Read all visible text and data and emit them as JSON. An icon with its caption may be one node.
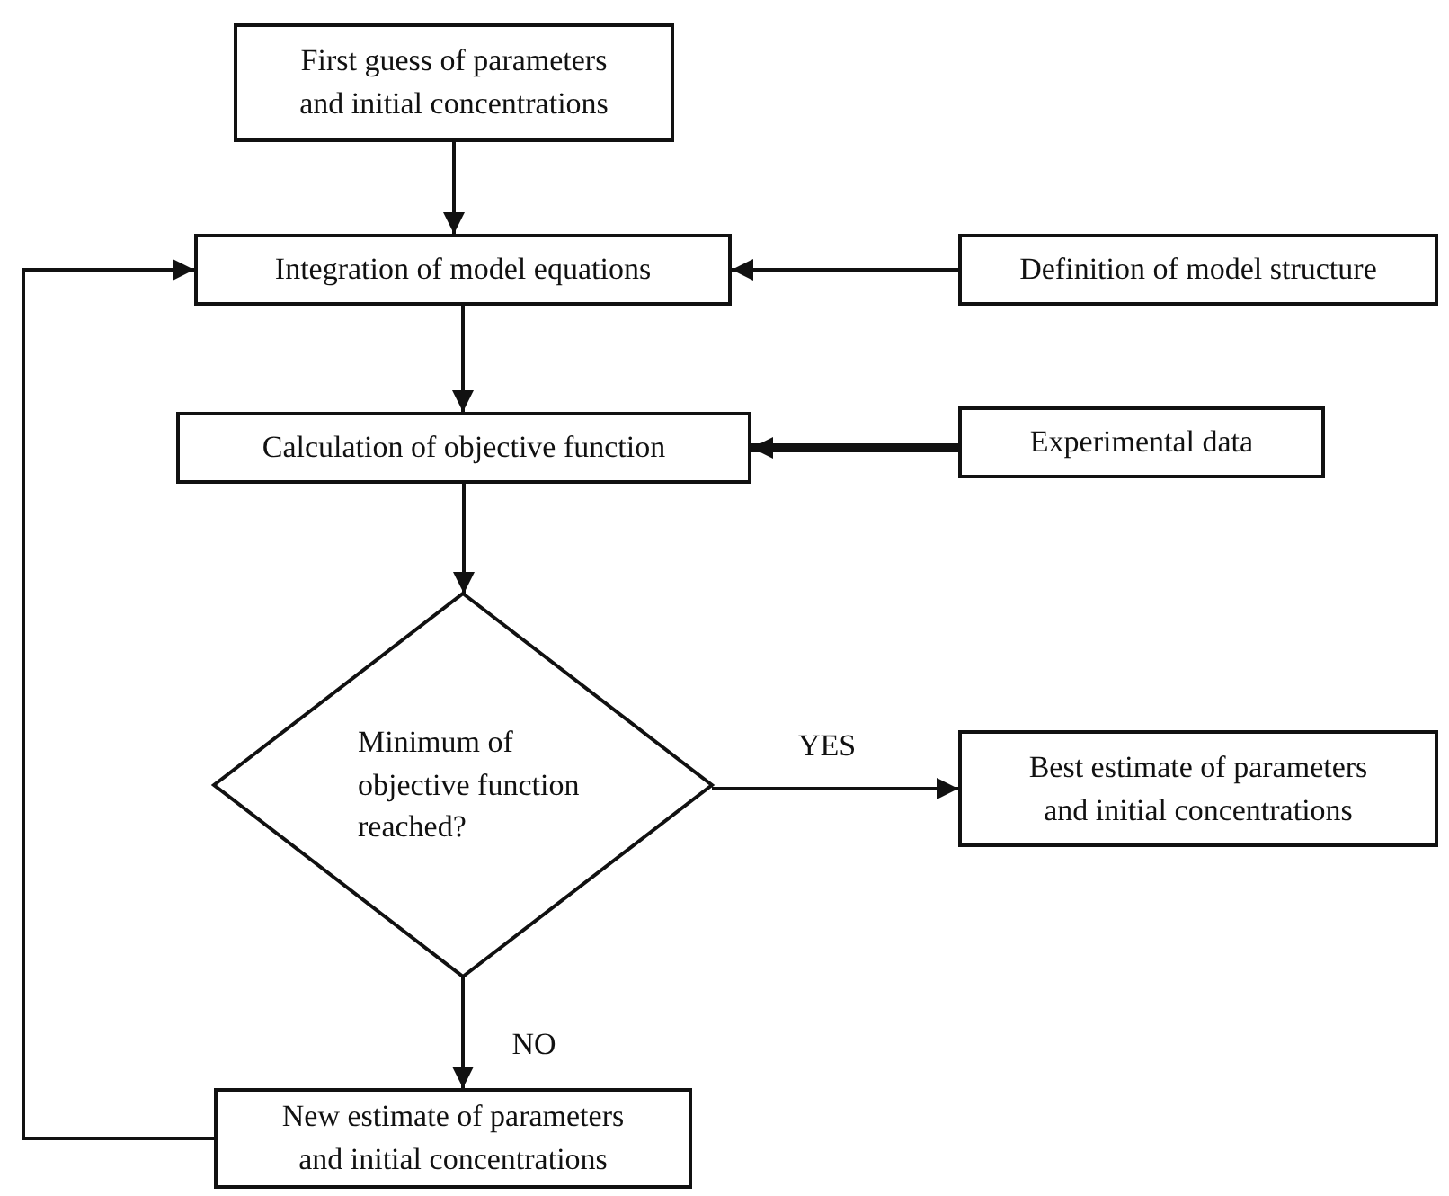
{
  "diagram": {
    "nodes": [
      {
        "text": [
          "First guess of parameters and initial concentrations"
        ]
      },
      {
        "text": [
          "Integration of model equations"
        ]
      },
      {
        "text": [
          "Definition of model structure"
        ]
      },
      {
        "text": [
          "Calculation of objective function"
        ]
      },
      {
        "text": [
          "Experimental data"
        ]
      },
      {
        "text": [
          "Minimum of objective function reached?"
        ]
      },
      {
        "text": [
          "Best estimate of parameters and initial concentrations"
        ]
      },
      {
        "text": [
          "New estimate of parameters and initial concentrations"
        ]
      }
    ],
    "edges": [
      {
        "from": 0,
        "to": 1,
        "arrow": "to"
      },
      {
        "from": 2,
        "to": 1,
        "arrow": "to"
      },
      {
        "from": 1,
        "to": 3,
        "arrow": "to"
      },
      {
        "from": 4,
        "to": 3,
        "arrow": "to",
        "style": "thick"
      },
      {
        "from": 3,
        "to": 5,
        "arrow": "to"
      },
      {
        "from": 5,
        "to": 6,
        "arrow": "to",
        "label": "YES"
      },
      {
        "from": 5,
        "to": 7,
        "arrow": "to",
        "label": "NO"
      },
      {
        "from": 7,
        "to": 1,
        "arrow": "to"
      }
    ]
  }
}
